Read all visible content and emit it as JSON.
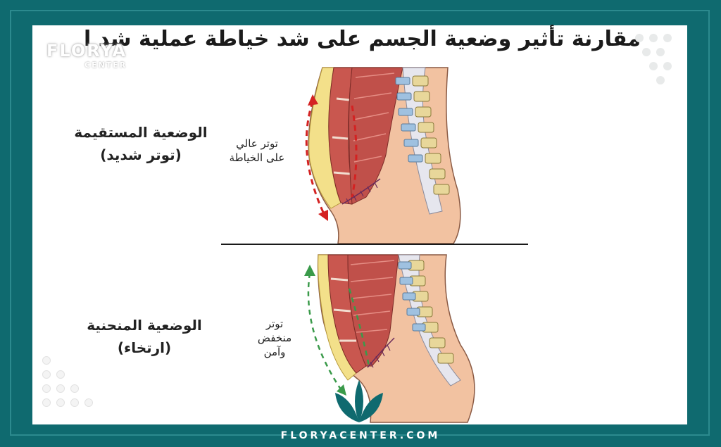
{
  "title": "مقارنة تأثير وضعية الجسم على شد خياطة عملية شد البطن",
  "logo": {
    "name": "FLORYA",
    "sub": "CENTER"
  },
  "postures": [
    {
      "label_line1": "الوضعية المستقيمة",
      "label_line2": "(توتر شديد)",
      "note": [
        "توتر عالي",
        "على الخياطة"
      ],
      "arrow_color": "#d42222"
    },
    {
      "label_line1": "الوضعية المنحنية",
      "label_line2": "(ارتخاء)",
      "note": [
        "توتر",
        "منخفض",
        "وآمن"
      ],
      "arrow_color": "#3a9a4a"
    }
  ],
  "footer": "FLORYACENTER.COM",
  "colors": {
    "frame": "#0f6a6f",
    "muscle": "#c9574f",
    "skin": "#f2c2a1",
    "spine": "#e8d79a",
    "fat": "#f3e08a"
  }
}
